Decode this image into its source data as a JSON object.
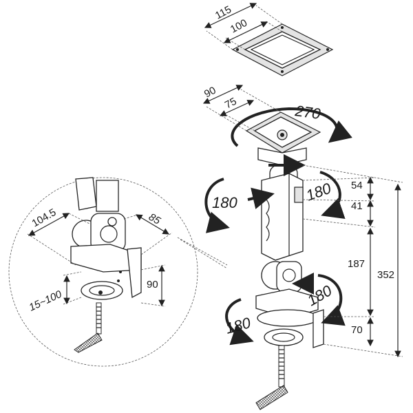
{
  "diagram": {
    "top_plate": {
      "outer_dim": "115",
      "inner_dim": "100"
    },
    "mount_plate": {
      "outer_dim": "90",
      "inner_dim": "75",
      "rotation": "270"
    },
    "rotations": {
      "upper_left": "180",
      "upper_right": "180",
      "lower_right": "180",
      "lower_left": "180"
    },
    "vertical_dims": {
      "top_segment": "54",
      "second_segment": "41",
      "arm_segment": "187",
      "base_segment": "70",
      "total": "352"
    },
    "detail": {
      "width": "104.5",
      "depth": "85",
      "clamp_height": "90",
      "clamp_range": "15~100"
    }
  }
}
